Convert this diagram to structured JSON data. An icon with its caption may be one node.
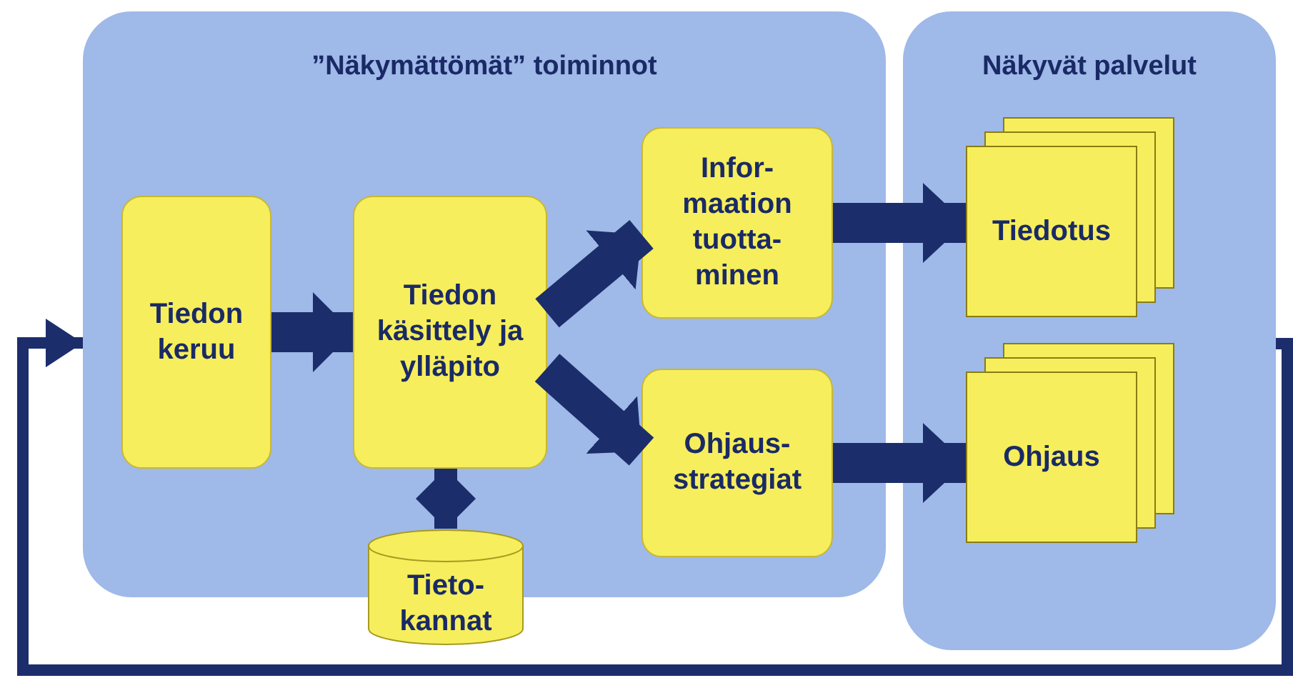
{
  "diagram": {
    "nodes": [
      {
        "text": [
          "”Näkymättömät” toiminnot"
        ]
      },
      {
        "text": [
          "Näkyvät palvelut"
        ]
      },
      {
        "text": [
          "Tiedon keruu"
        ],
        "in": 0
      },
      {
        "text": [
          "Tiedon käsittely ja ylläpito"
        ],
        "in": 0
      },
      {
        "text": [
          "Infor- maation tuotta- minen"
        ],
        "in": 0
      },
      {
        "text": [
          "Ohjaus- strategiat"
        ],
        "in": 0
      },
      {
        "text": [
          "Tieto- kannat"
        ]
      },
      {
        "text": [
          "Tiedotus"
        ],
        "in": 1
      },
      {
        "text": [
          "Ohjaus"
        ],
        "in": 1
      }
    ],
    "edges": [
      {
        "from": 2,
        "to": 3,
        "arrow": "to"
      },
      {
        "from": 3,
        "to": 4,
        "arrow": "to"
      },
      {
        "from": 3,
        "to": 5,
        "arrow": "to"
      },
      {
        "from": 3,
        "to": 6,
        "arrow": "both"
      },
      {
        "from": 4,
        "to": 7,
        "arrow": "to"
      },
      {
        "from": 5,
        "to": 8,
        "arrow": "to"
      },
      {
        "from": 1,
        "to": 0,
        "arrow": "to"
      }
    ]
  }
}
